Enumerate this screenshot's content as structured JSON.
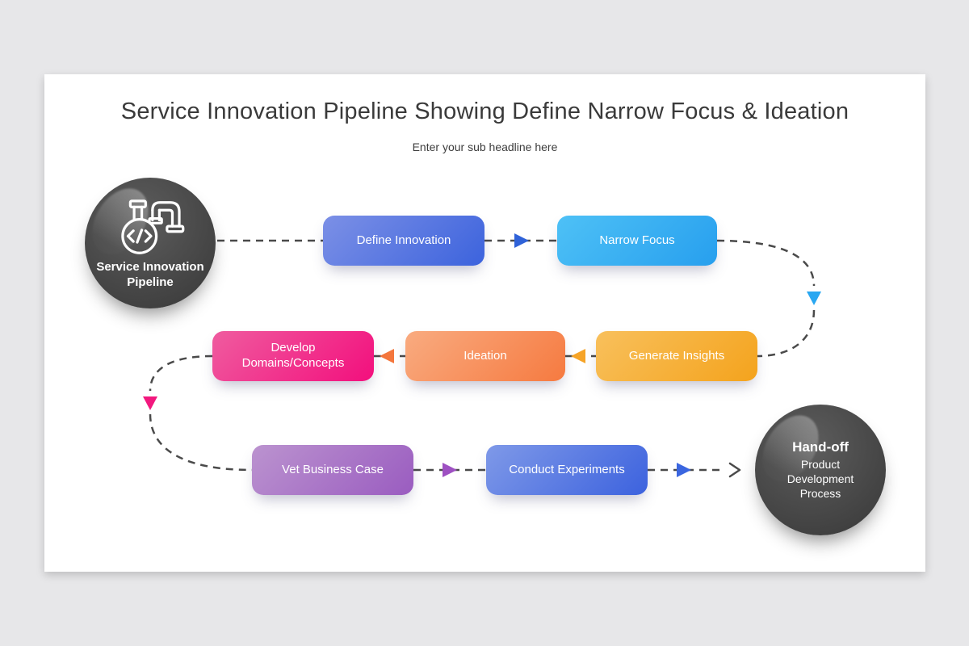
{
  "header": {
    "title": "Service Innovation Pipeline Showing Define Narrow Focus & Ideation",
    "subtitle": "Enter your sub headline here"
  },
  "start_node": {
    "label": "Service Innovation Pipeline",
    "icon": "pipeline-code-icon",
    "color_from": "#5d5d5d",
    "color_to": "#3c3c3c"
  },
  "end_node": {
    "title": "Hand-off",
    "subtitle": "Product Development Process",
    "color_from": "#5d5d5d",
    "color_to": "#3c3c3c"
  },
  "steps": [
    {
      "label": "Define Innovation",
      "color_from": "#7c90e6",
      "color_to": "#3c63dd"
    },
    {
      "label": "Narrow Focus",
      "color_from": "#4ec1f6",
      "color_to": "#279fee"
    },
    {
      "label": "Generate Insights",
      "color_from": "#f8c05c",
      "color_to": "#f4a31d"
    },
    {
      "label": "Ideation",
      "color_from": "#f9ab80",
      "color_to": "#f67a40"
    },
    {
      "label": "Develop Domains/Concepts",
      "color_from": "#ef5c9f",
      "color_to": "#f30f7d"
    },
    {
      "label": "Vet Business Case",
      "color_from": "#bb93cf",
      "color_to": "#9a5cc0"
    },
    {
      "label": "Conduct Experiments",
      "color_from": "#7f99e8",
      "color_to": "#3c62de"
    }
  ],
  "connectors": {
    "dash_color": "#4a4a4a",
    "arrows": {
      "define_to_narrow": "#2f62d8",
      "narrow_to_generate": "#29a7f1",
      "generate_to_ideation": "#f6a427",
      "ideation_to_develop": "#f4763c",
      "develop_to_vet": "#f2187e",
      "vet_to_conduct": "#9e50c2",
      "conduct_to_handoff": "#3a66e0",
      "handoff_arrowhead": "#4a4a4a"
    }
  },
  "colors": {
    "page_background": "#e7e7e9",
    "slide_background": "#ffffff",
    "title_text": "#3a3a3a",
    "box_text": "#ffffff"
  }
}
